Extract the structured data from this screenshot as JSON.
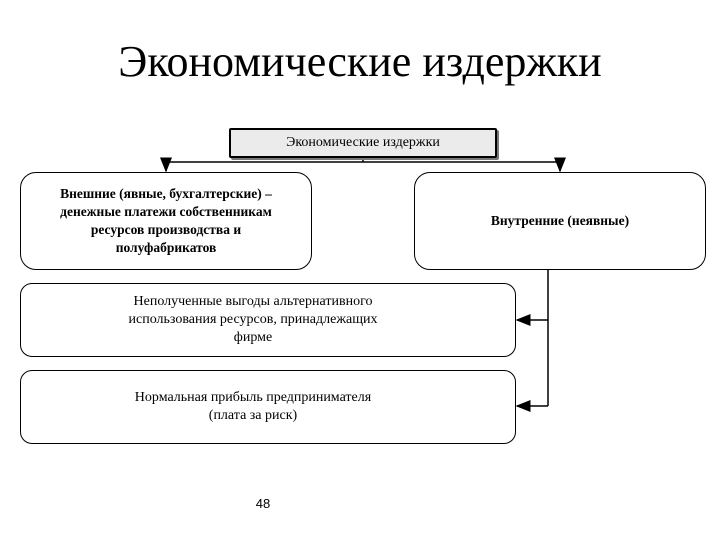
{
  "slide": {
    "title": "Экономические издержки",
    "page_number": "48"
  },
  "diagram": {
    "root_label": "Экономические издержки",
    "external_label": "Внешние (явные, бухгалтерские) –\nденежные платежи собственникам\nресурсов производства и\nполуфабрикатов",
    "internal_label": "Внутренние (неявные)",
    "implicit_items": [
      {
        "label": "Неполученные выгоды альтернативного\nиспользования ресурсов, принадлежащих\nфирме"
      },
      {
        "label": "Нормальная прибыль предпринимателя\n(плата за риск)"
      }
    ]
  }
}
